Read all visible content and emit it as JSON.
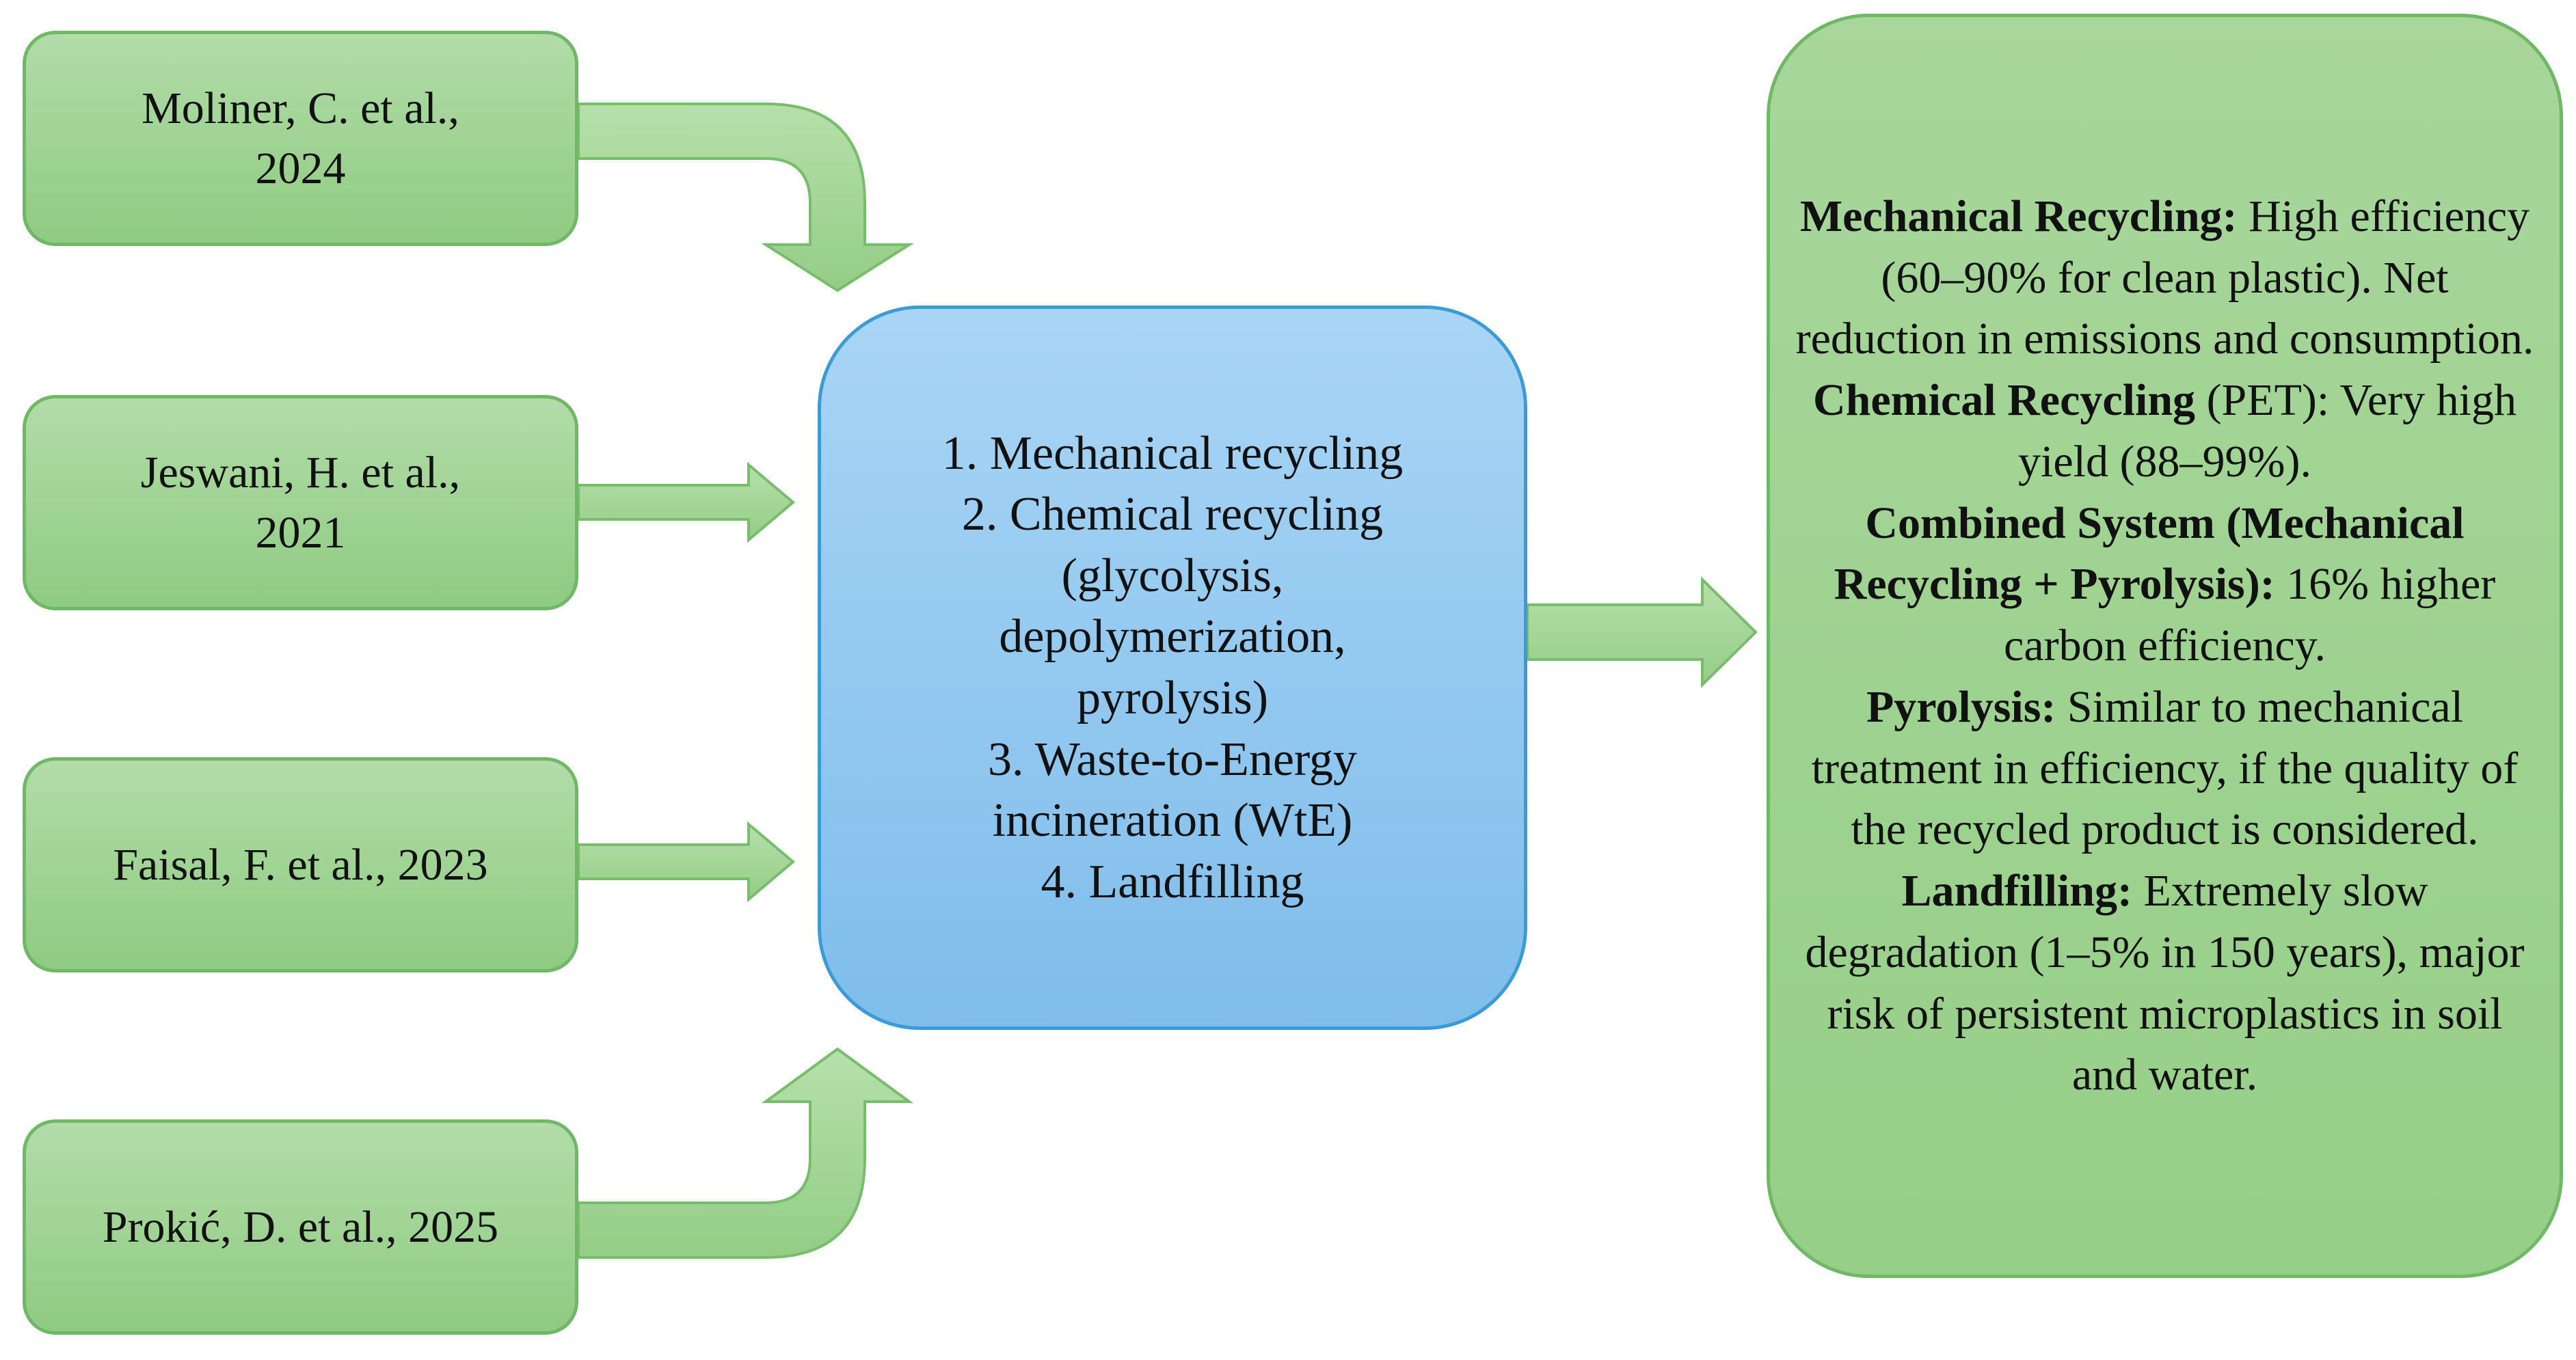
{
  "sources": [
    {
      "line1": "Moliner, C. et al.,",
      "line2": "2024"
    },
    {
      "line1": "Jeswani, H. et al.,",
      "line2": "2021"
    },
    {
      "line1": "Faisal, F. et al., 2023",
      "line2": ""
    },
    {
      "line1": "Prokić, D. et al., 2025",
      "line2": ""
    }
  ],
  "methods": {
    "item1": "1. Mechanical recycling",
    "item2_l1": "2. Chemical recycling",
    "item2_l2": "(glycolysis,",
    "item2_l3": "depolymerization,",
    "item2_l4": "pyrolysis)",
    "item3_l1": "3. Waste-to-Energy",
    "item3_l2": "incineration (WtE)",
    "item4": "4. Landfilling"
  },
  "findings": {
    "mech_title": "Mechanical Recycling:",
    "mech_text": "High efficiency (60–90% for clean plastic). Net reduction in emissions and consumption.",
    "chem_title": "Chemical Recycling",
    "chem_text": "(PET): Very high yield (88–99%).",
    "comb_title": "Combined System (Mechanical Recycling + Pyrolysis):",
    "comb_text": "16% higher carbon efficiency.",
    "pyro_title": "Pyrolysis:",
    "pyro_text": "Similar to mechanical treatment in efficiency, if the quality of the recycled product is considered.",
    "land_title": "Landfilling:",
    "land_text": "Extremely slow degradation (1–5% in 150 years), major risk of persistent microplastics in soil and water."
  },
  "colors": {
    "green_fill": "#9fd394",
    "green_border": "#6fb865",
    "blue_fill": "#93c9f0",
    "blue_border": "#3b9bd6",
    "arrow_fill": "#a6d89a"
  }
}
